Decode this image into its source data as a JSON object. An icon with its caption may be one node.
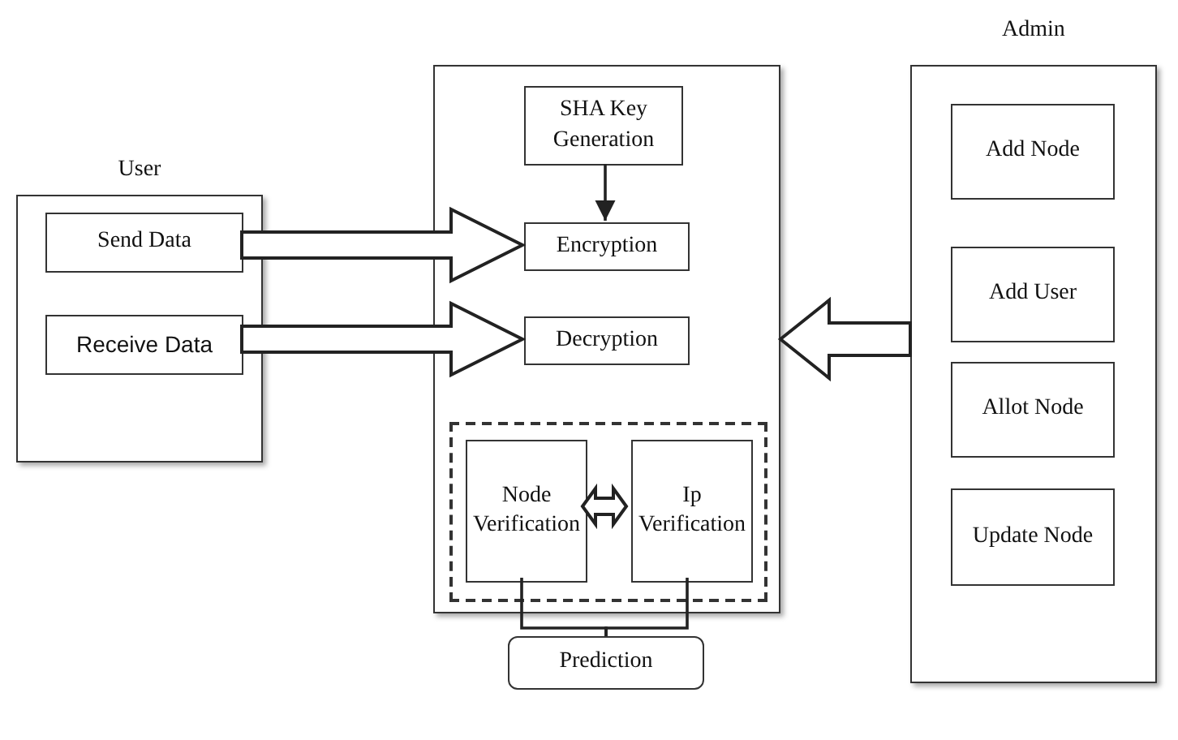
{
  "diagram": {
    "nodes": [
      {
        "text": [
          "User"
        ]
      },
      {
        "text": [
          "Send Data"
        ],
        "in": 0
      },
      {
        "text": [
          "Receive Data"
        ],
        "in": 0
      },
      {
        "text": [],
        "shape": "box"
      },
      {
        "text": [
          "SHA Key Generation"
        ],
        "in": 3
      },
      {
        "text": [
          "Encryption"
        ],
        "in": 3
      },
      {
        "text": [
          "Decryption"
        ],
        "in": 3
      },
      {
        "text": [],
        "shape": "box",
        "in": 3
      },
      {
        "text": [
          "Node Verification"
        ],
        "in": 7
      },
      {
        "text": [
          "Ip Verification"
        ],
        "in": 7
      },
      {
        "text": [
          "Prediction"
        ]
      },
      {
        "text": [
          "Admin"
        ]
      },
      {
        "text": [
          "Add Node"
        ],
        "in": 11
      },
      {
        "text": [
          "Add User"
        ],
        "in": 11
      },
      {
        "text": [
          "Allot Node"
        ],
        "in": 11
      },
      {
        "text": [
          "Update Node"
        ],
        "in": 11
      }
    ],
    "edges": [
      {
        "from": 1,
        "to": 5,
        "arrow": "to",
        "style": "thick"
      },
      {
        "from": 2,
        "to": 6,
        "arrow": "to",
        "style": "thick"
      },
      {
        "from": 4,
        "to": 5,
        "arrow": "to"
      },
      {
        "from": 11,
        "to": 3,
        "arrow": "to",
        "style": "thick"
      },
      {
        "from": 8,
        "to": 9,
        "arrow": "both",
        "style": "thick"
      },
      {
        "from": 8,
        "to": 10,
        "arrow": "none"
      },
      {
        "from": 9,
        "to": 10,
        "arrow": "none"
      }
    ]
  }
}
